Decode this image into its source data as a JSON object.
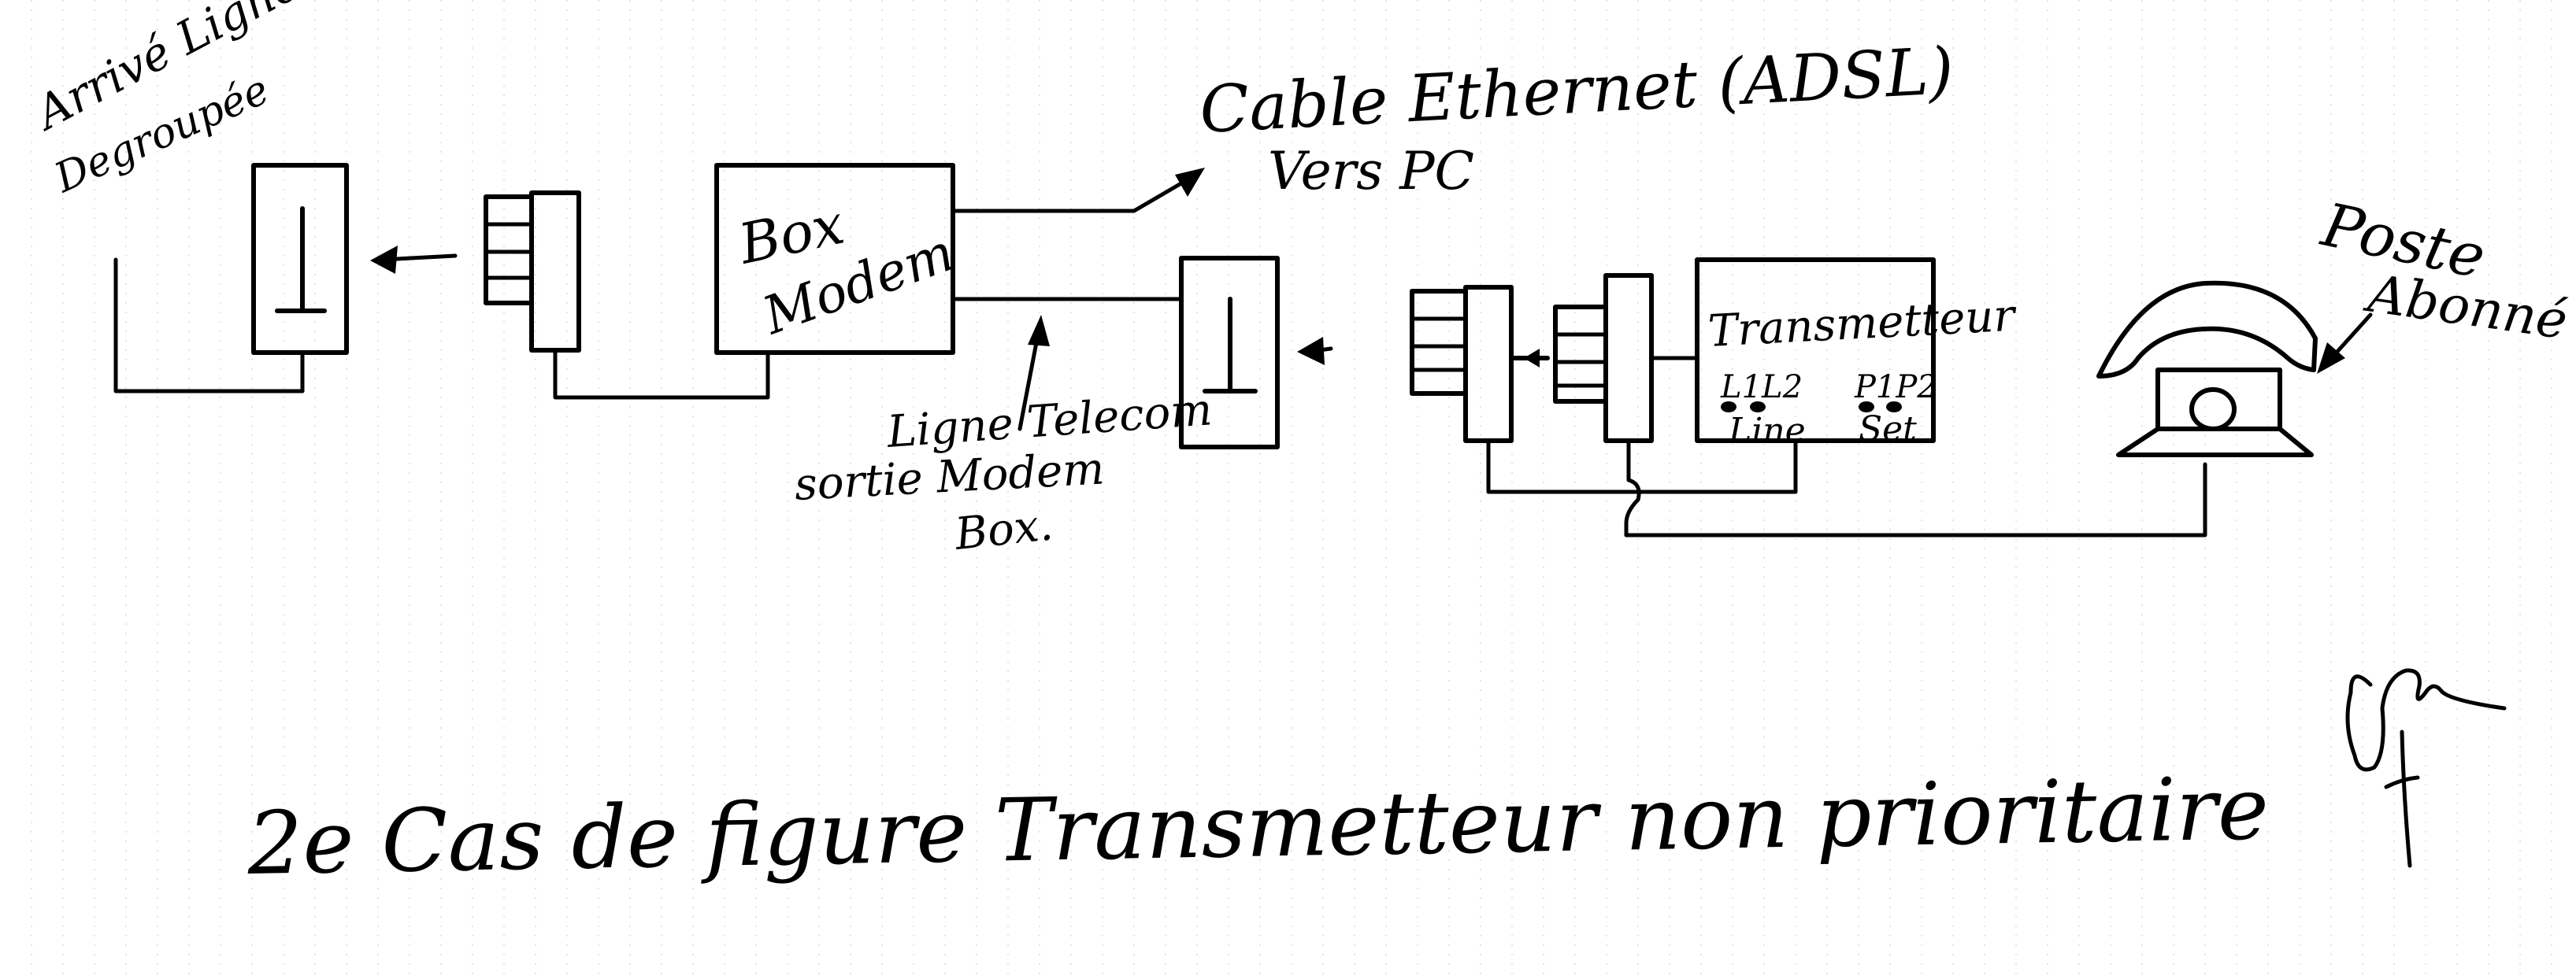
{
  "labels": {
    "arrive_ligne": "Arrivé Ligne",
    "degroupee": "Degroupée",
    "box_modem_line1": "Box",
    "box_modem_line2": "Modem",
    "cable_ethernet": "Cable Ethernet (ADSL)",
    "vers_pc": "Vers PC",
    "ligne_telecom": "Ligne Telecom",
    "sortie_modem": "sortie Modem",
    "box_dot": "Box.",
    "transmetteur": "Transmetteur",
    "l1l2": "L1L2",
    "p1p2": "P1P2",
    "line": "Line",
    "set": "Set",
    "poste": "Poste",
    "abonne": "Abonné",
    "caption": "2e Cas de figure Transmetteur non prioritaire"
  },
  "colors": {
    "ink": "#000000",
    "paper": "#ffffff",
    "grid": "#c8c8c8"
  },
  "icons": {
    "telephone": "telephone-icon",
    "signature": "signature-icon"
  }
}
